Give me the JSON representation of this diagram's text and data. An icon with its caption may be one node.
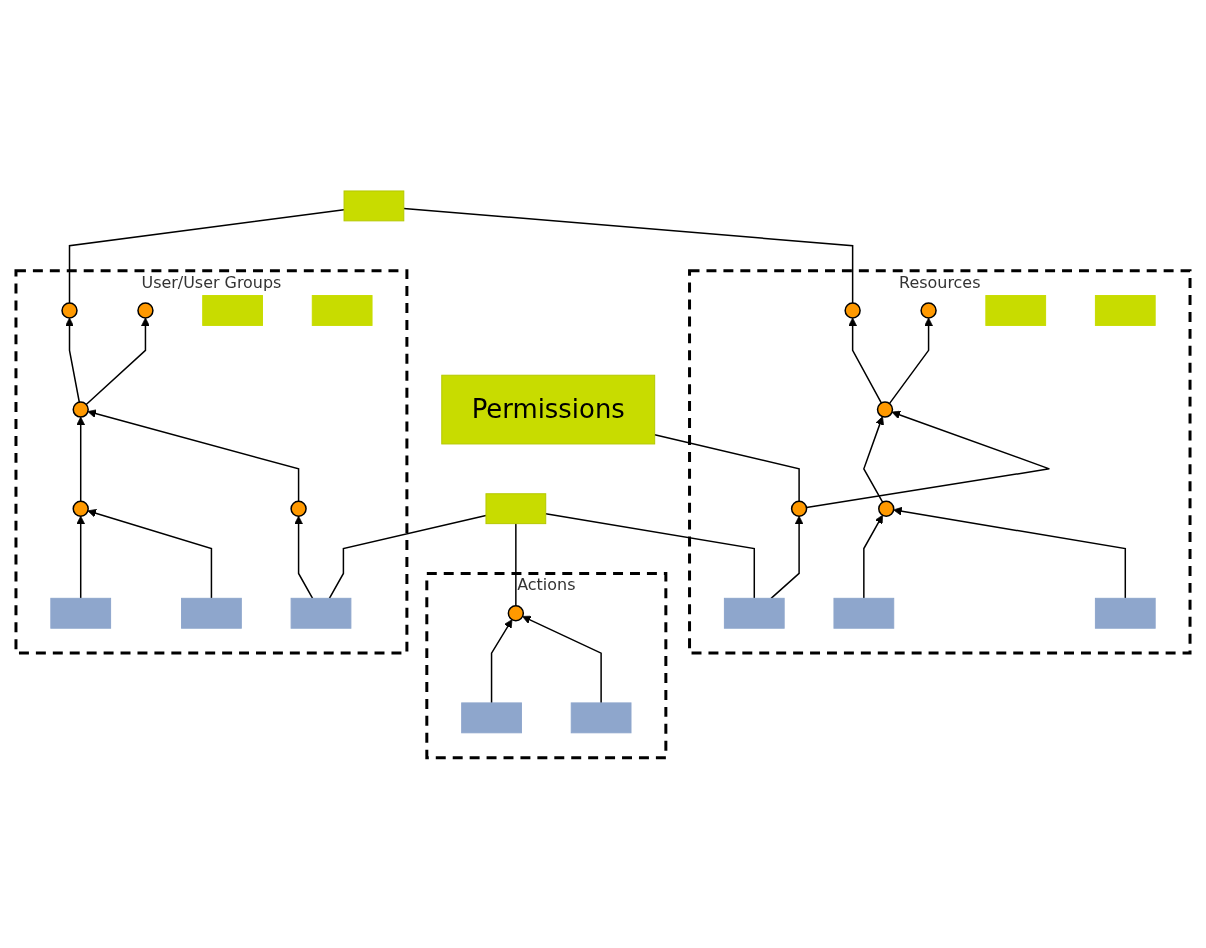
{
  "diagram": {
    "nodes": [
      {
        "text": [
          "User/User Groups"
        ]
      },
      {
        "text": [],
        "shape": "ellipse",
        "in": 0
      },
      {
        "text": [],
        "shape": "ellipse",
        "in": 0
      },
      {
        "text": [],
        "shape": "bar",
        "in": 0
      },
      {
        "text": [],
        "shape": "ellipse",
        "in": 0
      },
      {
        "text": [],
        "shape": "bar",
        "in": 0
      },
      {
        "text": [],
        "shape": "ellipse",
        "in": 0
      },
      {
        "text": [],
        "shape": "ellipse",
        "in": 0
      },
      {
        "text": [],
        "shape": "box",
        "in": 0
      },
      {
        "text": [],
        "shape": "box",
        "in": 0
      },
      {
        "text": [],
        "shape": "box",
        "in": 0
      },
      {
        "text": [],
        "shape": "box"
      },
      {
        "text": [
          "Permissions"
        ]
      },
      {
        "text": [],
        "shape": "box"
      },
      {
        "text": [
          "Actions"
        ]
      },
      {
        "text": [],
        "shape": "ellipse",
        "in": 14
      },
      {
        "text": [],
        "shape": "box",
        "in": 14
      },
      {
        "text": [],
        "shape": "box",
        "in": 14
      },
      {
        "text": [
          "Resources"
        ]
      },
      {
        "text": [],
        "shape": "ellipse",
        "in": 18
      },
      {
        "text": [],
        "shape": "ellipse",
        "in": 18
      },
      {
        "text": [],
        "shape": "bar",
        "in": 18
      },
      {
        "text": [],
        "shape": "ellipse",
        "in": 18
      },
      {
        "text": [],
        "shape": "bar",
        "in": 18
      },
      {
        "text": [],
        "shape": "ellipse",
        "in": 18
      },
      {
        "text": [],
        "shape": "ellipse",
        "in": 18
      },
      {
        "text": [],
        "shape": "box",
        "in": 18
      },
      {
        "text": [],
        "shape": "box",
        "in": 18
      },
      {
        "text": [],
        "shape": "box",
        "in": 18
      }
    ],
    "edges": [
      {
        "from": 8,
        "to": 7,
        "arrow": "to"
      },
      {
        "from": 9,
        "to": 7,
        "arrow": "to"
      },
      {
        "from": 7,
        "to": 4,
        "arrow": "to"
      },
      {
        "from": 4,
        "to": 1,
        "arrow": "to"
      },
      {
        "from": 4,
        "to": 2,
        "arrow": "to"
      },
      {
        "from": 6,
        "to": 4,
        "arrow": "to"
      },
      {
        "from": 10,
        "to": 6,
        "arrow": "to"
      },
      {
        "from": 1,
        "to": 11,
        "arrow": "none"
      },
      {
        "from": 10,
        "to": 13,
        "arrow": "none"
      },
      {
        "from": 16,
        "to": 15,
        "arrow": "to"
      },
      {
        "from": 17,
        "to": 15,
        "arrow": "to"
      },
      {
        "from": 15,
        "to": 13,
        "arrow": "none"
      },
      {
        "from": 26,
        "to": 24,
        "arrow": "to"
      },
      {
        "from": 27,
        "to": 25,
        "arrow": "to"
      },
      {
        "from": 28,
        "to": 25,
        "arrow": "to"
      },
      {
        "from": 25,
        "to": 22,
        "arrow": "to"
      },
      {
        "from": 22,
        "to": 19,
        "arrow": "to"
      },
      {
        "from": 22,
        "to": 20,
        "arrow": "to"
      },
      {
        "from": 24,
        "to": 22,
        "arrow": "to"
      },
      {
        "from": 19,
        "to": 11,
        "arrow": "none"
      },
      {
        "from": 24,
        "to": 12,
        "arrow": "none"
      },
      {
        "from": 26,
        "to": 13,
        "arrow": "none"
      }
    ]
  }
}
